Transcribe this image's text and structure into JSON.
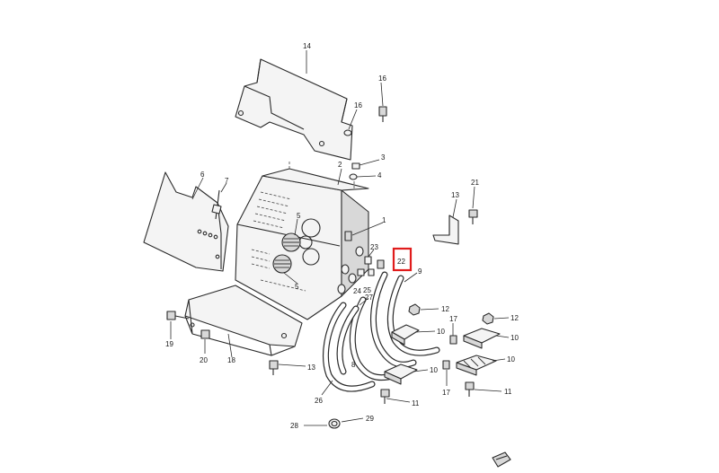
{
  "diagram": {
    "callouts": [
      {
        "id": "c14a",
        "text": "14"
      },
      {
        "id": "c16a",
        "text": "16"
      },
      {
        "id": "c16b",
        "text": "16"
      },
      {
        "id": "c3",
        "text": "3"
      },
      {
        "id": "c2",
        "text": "2"
      },
      {
        "id": "c4",
        "text": "4"
      },
      {
        "id": "c6",
        "text": "6"
      },
      {
        "id": "c7",
        "text": "7"
      },
      {
        "id": "c5a",
        "text": "5"
      },
      {
        "id": "c5b",
        "text": "5"
      },
      {
        "id": "c1",
        "text": "1"
      },
      {
        "id": "c13",
        "text": "13"
      },
      {
        "id": "c21",
        "text": "21"
      },
      {
        "id": "c23",
        "text": "23"
      },
      {
        "id": "c22",
        "text": "22"
      },
      {
        "id": "c9",
        "text": "9"
      },
      {
        "id": "c24",
        "text": "24"
      },
      {
        "id": "c25",
        "text": "25"
      },
      {
        "id": "c27",
        "text": "27"
      },
      {
        "id": "c12a",
        "text": "12"
      },
      {
        "id": "c12b",
        "text": "12"
      },
      {
        "id": "c17a",
        "text": "17"
      },
      {
        "id": "c17b",
        "text": "17"
      },
      {
        "id": "c10a",
        "text": "10"
      },
      {
        "id": "c10b",
        "text": "10"
      },
      {
        "id": "c10c",
        "text": "10"
      },
      {
        "id": "c10d",
        "text": "10"
      },
      {
        "id": "c8",
        "text": "8"
      },
      {
        "id": "c19",
        "text": "19"
      },
      {
        "id": "c20",
        "text": "20"
      },
      {
        "id": "c18",
        "text": "18"
      },
      {
        "id": "c13b",
        "text": "13"
      },
      {
        "id": "c26",
        "text": "26"
      },
      {
        "id": "c11a",
        "text": "11"
      },
      {
        "id": "c11b",
        "text": "11"
      },
      {
        "id": "c29",
        "text": "29"
      },
      {
        "id": "c28",
        "text": "28"
      }
    ],
    "highlighted_callout": "22",
    "highlight_color": "#e01c1c",
    "line_color": "#2a2a2a"
  }
}
